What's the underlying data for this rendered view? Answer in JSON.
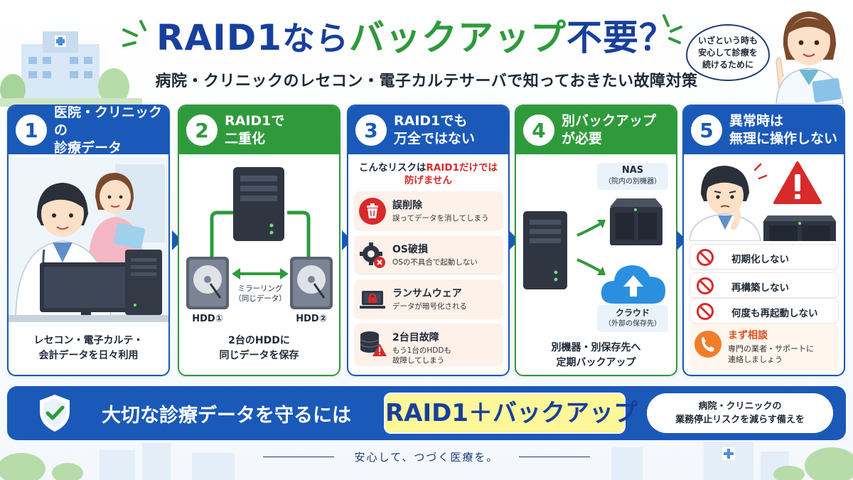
{
  "header": {
    "title_raid": "RAID1",
    "title_nara": "なら",
    "title_backup": "バックアップ",
    "title_fuyou": "不要？",
    "subtitle": "病院・クリニックのレセコン・電子カルテサーバで知っておきたい故障対策",
    "speech_lines": [
      "いざという時も",
      "安心して診療を",
      "続けるために"
    ]
  },
  "colors": {
    "navy": "#173f9c",
    "blue": "#1a59b8",
    "green": "#2f9a3c",
    "red": "#d82a2a",
    "orange": "#e0501f",
    "highlight": "#fdf79a"
  },
  "panels": [
    {
      "number": "1",
      "title_lines": [
        "医院・クリニックの",
        "診療データ"
      ],
      "caption_lines": [
        "レセコン・電子カルテ・",
        "会計データを日々利用"
      ]
    },
    {
      "number": "2",
      "title_lines": [
        "RAID1で",
        "二重化"
      ],
      "mirror_label_lines": [
        "ミラーリング",
        "（同じデータ）"
      ],
      "hdd1": "HDD①",
      "hdd2": "HDD②",
      "caption_lines": [
        "2台のHDDに",
        "同じデータを保存"
      ]
    },
    {
      "number": "3",
      "title_lines": [
        "RAID1でも",
        "万全ではない"
      ],
      "intro_prefix": "こんなリスクは",
      "intro_red": "RAID1だけでは",
      "intro_line2": "防げません",
      "risks": [
        {
          "icon": "trash-icon",
          "title": "誤削除",
          "desc_lines": [
            "誤ってデータを消してしまう"
          ]
        },
        {
          "icon": "gear-error-icon",
          "title": "OS破損",
          "desc_lines": [
            "OSの不具合で起動しない"
          ]
        },
        {
          "icon": "laptop-lock-icon",
          "title": "ランサムウェア",
          "desc_lines": [
            "データが暗号化される"
          ]
        },
        {
          "icon": "disk-warning-icon",
          "title": "2台目故障",
          "desc_lines": [
            "もう1台のHDDも",
            "故障してしまう"
          ]
        }
      ]
    },
    {
      "number": "4",
      "title_lines": [
        "別バックアップ",
        "が必要"
      ],
      "nas_label": "NAS",
      "nas_sub": "（院内の別機器）",
      "cloud_label": "クラウド",
      "cloud_sub": "（外部の保存先）",
      "caption_lines": [
        "別機器・別保存先へ",
        "定期バックアップ"
      ]
    },
    {
      "number": "5",
      "title_lines": [
        "異常時は",
        "無理に操作しない"
      ],
      "donts": [
        "初期化しない",
        "再構築しない",
        "何度も再起動しない"
      ],
      "consult_title": "まず相談",
      "consult_desc_lines": [
        "専門の業者・サポートに",
        "連絡しましょう"
      ]
    }
  ],
  "banner": {
    "text": "大切な診療データを守るには",
    "highlight": "RAID1＋バックアップ",
    "side_lines": [
      "病院・クリニックの",
      "業務停止リスクを減らす備えを"
    ]
  },
  "footer": "安心して、つづく医療を。"
}
